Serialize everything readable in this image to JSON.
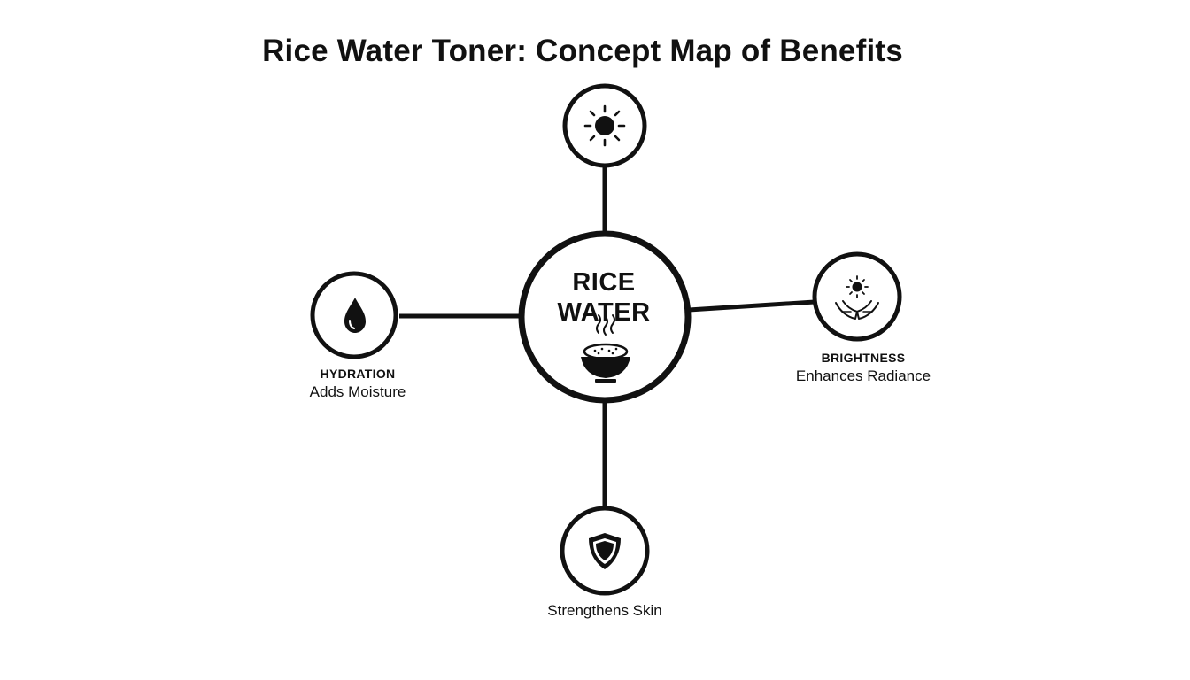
{
  "title": "Rice Water Toner: Concept Map of Benefits",
  "center": {
    "line1": "RICE",
    "line2": "WATER",
    "icon": "rice-bowl-icon"
  },
  "nodes": {
    "top": {
      "icon": "sun-icon"
    },
    "left": {
      "icon": "water-drop-icon",
      "heading": "HYDRATION",
      "caption": "Adds Moisture"
    },
    "right": {
      "icon": "sun-hands-icon",
      "heading": "BRIGHTNESS",
      "caption": "Enhances Radiance"
    },
    "bottom": {
      "icon": "shield-icon",
      "caption": "Strengthens Skin"
    }
  },
  "colors": {
    "stroke": "#111111",
    "background": "#ffffff"
  }
}
